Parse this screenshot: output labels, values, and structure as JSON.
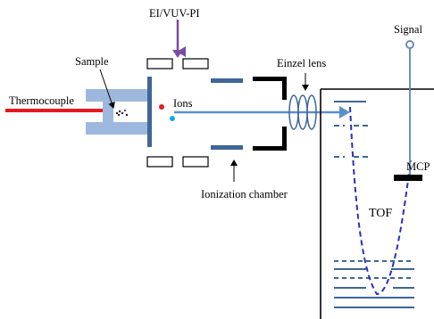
{
  "labels": {
    "ei_vuv_pi": "EI/VUV-PI",
    "signal": "Signal",
    "sample": "Sample",
    "einzel_lens": "Einzel lens",
    "thermocouple": "Thermocouple",
    "ions": "Ions",
    "mcp": "MCP",
    "tof": "TOF",
    "ionization_chamber": "Ionization chamber"
  },
  "colors": {
    "body": "#9DB8DC",
    "plate": "#3E6698",
    "thermocouple": "#E8191C",
    "ion_red": "#E01F1F",
    "ion_cyan": "#19A8E0",
    "laser": "#7B4AA6",
    "ion_beam": "#5B8FCC",
    "tof_path": "#2E2EB8",
    "signal": "#5B84B8",
    "black": "#000000"
  },
  "icons": {
    "signal_port": "signal-port-circle-icon",
    "laser_arrow": "down-arrow-icon"
  }
}
